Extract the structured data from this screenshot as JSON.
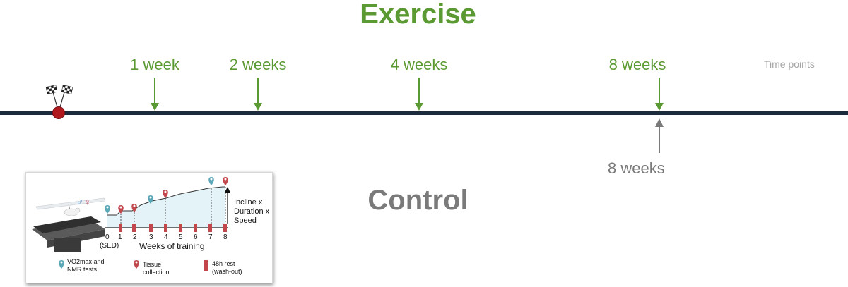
{
  "titles": {
    "exercise": "Exercise",
    "control": "Control"
  },
  "time_points": {
    "caption": "Time points",
    "exercise": [
      "1 week",
      "2 weeks",
      "4 weeks",
      "8 weeks"
    ],
    "control": [
      "8 weeks"
    ]
  },
  "colors": {
    "exercise": "#5b9a32",
    "control": "#7a7a7a",
    "timeline": "#1d2b3e",
    "start": "#b0191e"
  },
  "icons": {
    "start": "checkered-flags-icon"
  },
  "inset": {
    "axis_title": "Weeks of training",
    "tick_labels": [
      "0",
      "1",
      "2",
      "3",
      "4",
      "5",
      "6",
      "7",
      "8"
    ],
    "sed_label": "(SED)",
    "load_label": [
      "Incline x",
      "Duration x",
      "Speed"
    ],
    "legend": [
      {
        "text": [
          "VO2max and",
          "NMR tests"
        ],
        "icon": "blue-pin-icon"
      },
      {
        "text": [
          "Tissue",
          "collection"
        ],
        "icon": "red-pin-icon"
      },
      {
        "text": [
          "48h rest",
          "(wash-out)"
        ],
        "icon": "red-bar-icon"
      }
    ],
    "symbols": [
      "♂",
      "♀"
    ]
  }
}
